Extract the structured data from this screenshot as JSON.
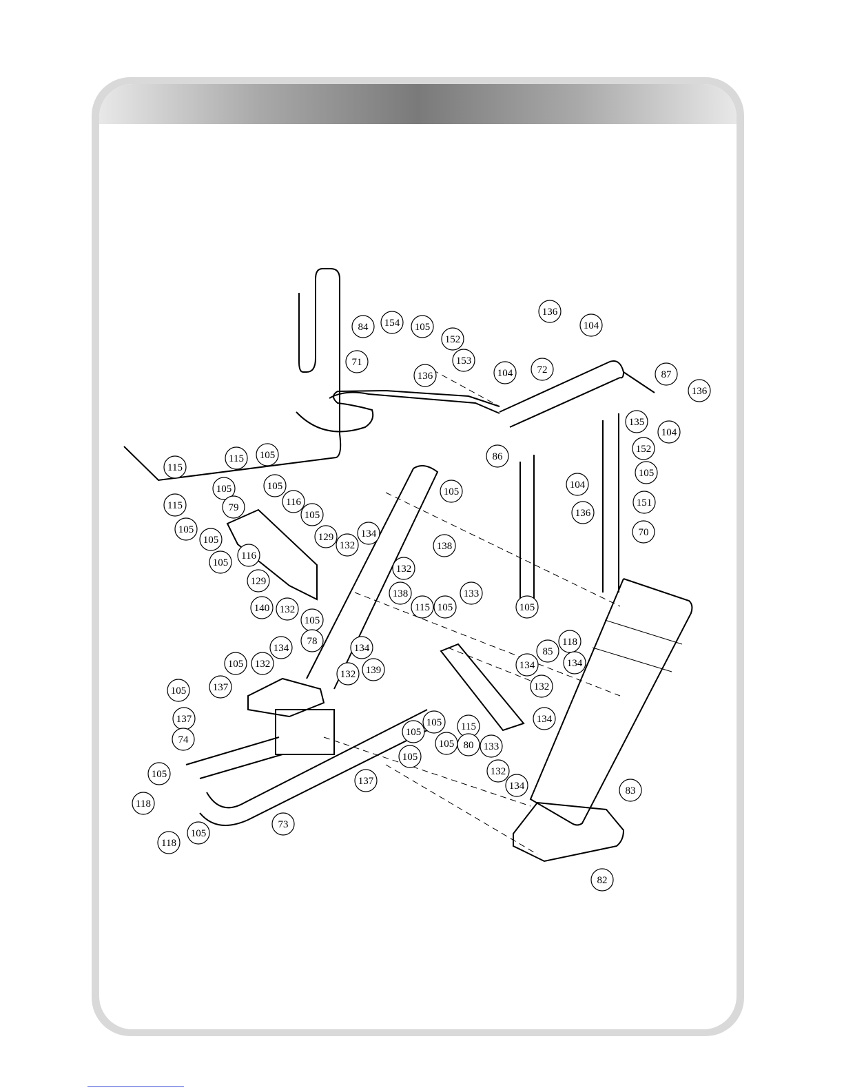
{
  "colors": {
    "frame_border": "#d9d9d9",
    "header_gradient_dark": "#7a7a7a",
    "line": "#000000",
    "footer_link": "#3b4bd8"
  },
  "callouts": [
    {
      "label": "84"
    },
    {
      "label": "154"
    },
    {
      "label": "105"
    },
    {
      "label": "152"
    },
    {
      "label": "153"
    },
    {
      "label": "71"
    },
    {
      "label": "136"
    },
    {
      "label": "104"
    },
    {
      "label": "136"
    },
    {
      "label": "104"
    },
    {
      "label": "72"
    },
    {
      "label": "87"
    },
    {
      "label": "136"
    },
    {
      "label": "104"
    },
    {
      "label": "135"
    },
    {
      "label": "86"
    },
    {
      "label": "152"
    },
    {
      "label": "105"
    },
    {
      "label": "104"
    },
    {
      "label": "151"
    },
    {
      "label": "136"
    },
    {
      "label": "70"
    },
    {
      "label": "115"
    },
    {
      "label": "105"
    },
    {
      "label": "115"
    },
    {
      "label": "105"
    },
    {
      "label": "105"
    },
    {
      "label": "116"
    },
    {
      "label": "115"
    },
    {
      "label": "79"
    },
    {
      "label": "105"
    },
    {
      "label": "105"
    },
    {
      "label": "105"
    },
    {
      "label": "116"
    },
    {
      "label": "105"
    },
    {
      "label": "129"
    },
    {
      "label": "134"
    },
    {
      "label": "132"
    },
    {
      "label": "105"
    },
    {
      "label": "138"
    },
    {
      "label": "129"
    },
    {
      "label": "132"
    },
    {
      "label": "140"
    },
    {
      "label": "132"
    },
    {
      "label": "138"
    },
    {
      "label": "133"
    },
    {
      "label": "115"
    },
    {
      "label": "105"
    },
    {
      "label": "105"
    },
    {
      "label": "105"
    },
    {
      "label": "118"
    },
    {
      "label": "85"
    },
    {
      "label": "78"
    },
    {
      "label": "134"
    },
    {
      "label": "134"
    },
    {
      "label": "134"
    },
    {
      "label": "134"
    },
    {
      "label": "105"
    },
    {
      "label": "132"
    },
    {
      "label": "139"
    },
    {
      "label": "132"
    },
    {
      "label": "132"
    },
    {
      "label": "137"
    },
    {
      "label": "105"
    },
    {
      "label": "137"
    },
    {
      "label": "105"
    },
    {
      "label": "105"
    },
    {
      "label": "115"
    },
    {
      "label": "134"
    },
    {
      "label": "74"
    },
    {
      "label": "105"
    },
    {
      "label": "80"
    },
    {
      "label": "133"
    },
    {
      "label": "105"
    },
    {
      "label": "132"
    },
    {
      "label": "137"
    },
    {
      "label": "134"
    },
    {
      "label": "83"
    },
    {
      "label": "105"
    },
    {
      "label": "118"
    },
    {
      "label": "73"
    },
    {
      "label": "118"
    },
    {
      "label": "105"
    },
    {
      "label": "82"
    }
  ]
}
